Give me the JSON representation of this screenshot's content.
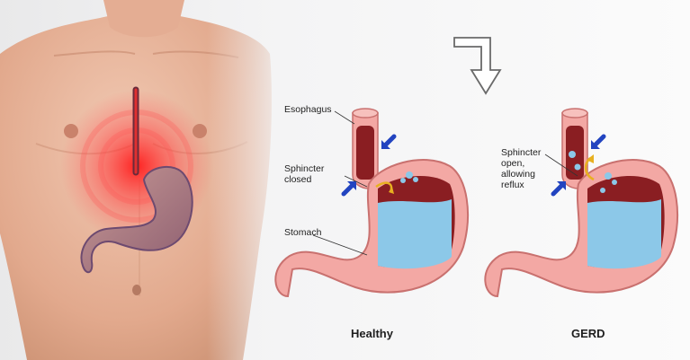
{
  "labels": {
    "esophagus": "Esophagus",
    "sphincter_closed": "Sphincter\nclosed",
    "stomach": "Stomach",
    "sphincter_open": "Sphincter\nopen,\nallowing\nreflux"
  },
  "captions": {
    "healthy": "Healthy",
    "gerd": "GERD"
  },
  "icons": {
    "arrow": "arrow-down-icon",
    "pressure": "pressure-arrow-icon"
  },
  "colors": {
    "skin": "#e9b49b",
    "stomach_pink": "#f3a8a4",
    "acid_blue": "#8cc8e8",
    "dark_red": "#8a1e22",
    "pressure_arrow": "#2244c0",
    "heartburn_glow": "#ff2020",
    "stomach_in_body": "#b07a78"
  }
}
